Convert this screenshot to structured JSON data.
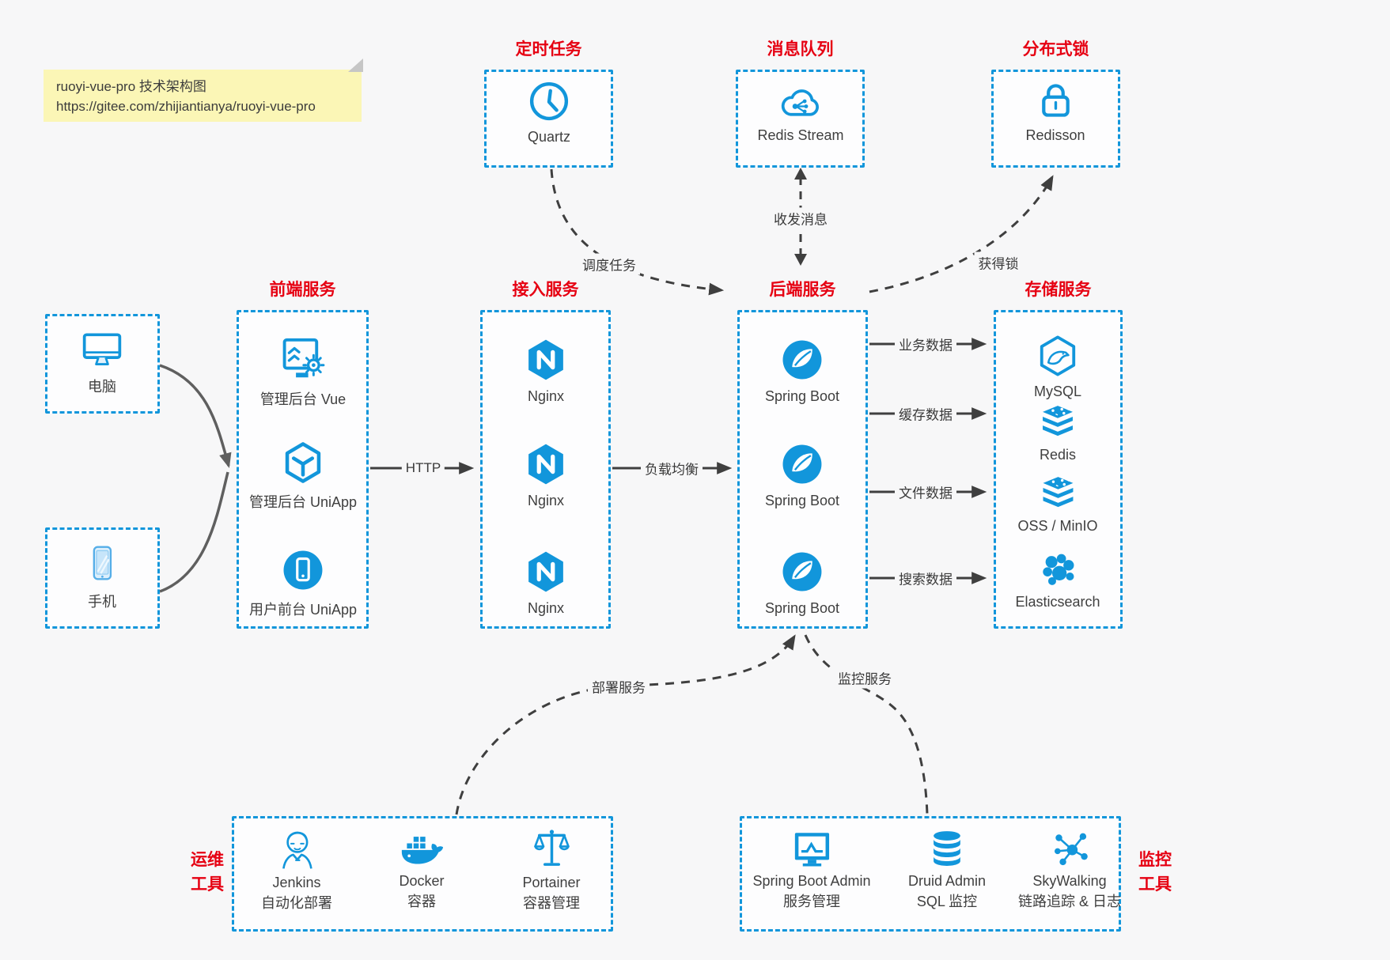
{
  "note": {
    "title": "ruoyi-vue-pro 技术架构图",
    "url": "https://gitee.com/zhijiantianya/ruoyi-vue-pro"
  },
  "colors": {
    "accent_blue": "#1296db",
    "title_red": "#e60012",
    "arrow_dark": "#3f3f3f",
    "note_yellow": "#fbf6b6",
    "canvas_bg": "#f7f7f8"
  },
  "top_groups": [
    {
      "title": "定时任务",
      "items": [
        {
          "label": "Quartz",
          "icon": "clock-icon"
        }
      ]
    },
    {
      "title": "消息队列",
      "items": [
        {
          "label": "Redis Stream",
          "icon": "cloud-share-icon"
        }
      ]
    },
    {
      "title": "分布式锁",
      "items": [
        {
          "label": "Redisson",
          "icon": "lock-icon"
        }
      ]
    }
  ],
  "clients": [
    {
      "label": "电脑",
      "icon": "desktop-icon"
    },
    {
      "label": "手机",
      "icon": "smartphone-icon"
    }
  ],
  "main_groups": [
    {
      "title": "前端服务",
      "items": [
        {
          "label": "管理后台 Vue",
          "icon": "admin-dashboard-icon"
        },
        {
          "label": "管理后台 UniApp",
          "icon": "uniapp-cube-icon"
        },
        {
          "label": "用户前台 UniApp",
          "icon": "mobile-app-icon"
        }
      ]
    },
    {
      "title": "接入服务",
      "items": [
        {
          "label": "Nginx",
          "icon": "nginx-icon"
        },
        {
          "label": "Nginx",
          "icon": "nginx-icon"
        },
        {
          "label": "Nginx",
          "icon": "nginx-icon"
        }
      ]
    },
    {
      "title": "后端服务",
      "items": [
        {
          "label": "Spring Boot",
          "icon": "spring-boot-icon"
        },
        {
          "label": "Spring Boot",
          "icon": "spring-boot-icon"
        },
        {
          "label": "Spring Boot",
          "icon": "spring-boot-icon"
        }
      ]
    },
    {
      "title": "存储服务",
      "items": [
        {
          "label": "MySQL",
          "icon": "mysql-icon"
        },
        {
          "label": "Redis",
          "icon": "redis-stack-icon"
        },
        {
          "label": "OSS / MinIO",
          "icon": "redis-stack-icon"
        },
        {
          "label": "Elasticsearch",
          "icon": "elasticsearch-icon"
        }
      ]
    }
  ],
  "edges": {
    "http": "HTTP",
    "load_balance": "负载均衡",
    "schedule": "调度任务",
    "messaging": "收发消息",
    "lock": "获得锁",
    "business_data": "业务数据",
    "cache_data": "缓存数据",
    "file_data": "文件数据",
    "search_data": "搜索数据",
    "deploy": "部署服务",
    "monitor": "监控服务"
  },
  "bottom_groups": [
    {
      "side_label": [
        "运维",
        "工具"
      ],
      "items": [
        {
          "name": "Jenkins",
          "desc": "自动化部署",
          "icon": "jenkins-icon"
        },
        {
          "name": "Docker",
          "desc": "容器",
          "icon": "docker-whale-icon"
        },
        {
          "name": "Portainer",
          "desc": "容器管理",
          "icon": "scales-icon"
        }
      ]
    },
    {
      "side_label": [
        "监控",
        "工具"
      ],
      "items": [
        {
          "name": "Spring Boot Admin",
          "desc": "服务管理",
          "icon": "monitor-chart-icon"
        },
        {
          "name": "Druid Admin",
          "desc": "SQL 监控",
          "icon": "database-icon"
        },
        {
          "name": "SkyWalking",
          "desc": "链路追踪 & 日志",
          "icon": "topology-icon"
        }
      ]
    }
  ]
}
